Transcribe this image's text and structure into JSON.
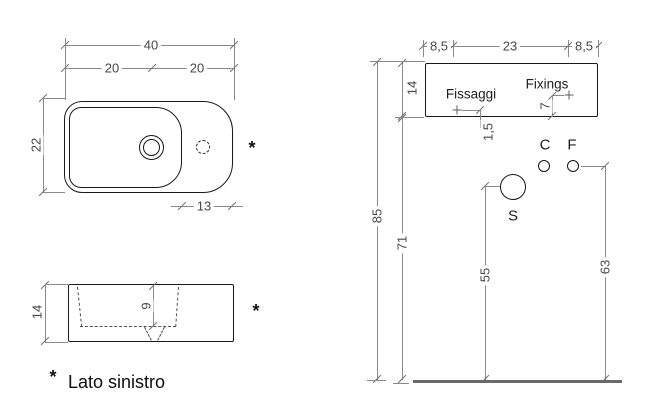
{
  "figure": {
    "top_view": {
      "dim_total_width": "40",
      "dim_half_left": "20",
      "dim_half_right": "20",
      "dim_depth": "22",
      "dim_tap_offset": "13",
      "marker": "*"
    },
    "side_view": {
      "dim_height": "14",
      "dim_basin_depth": "9",
      "marker": "*"
    },
    "front_view": {
      "dim_left_margin": "8,5",
      "dim_fixings_span": "23",
      "dim_right_margin": "8,5",
      "dim_body_height": "14",
      "dim_left_fixing_offset": "1,5",
      "dim_right_fixing_offset": "7",
      "label_fixings_it": "Fissaggi",
      "label_fixings_en": "Fixings",
      "label_cold_valve": "C",
      "label_hot_valve": "F",
      "label_drain": "S",
      "dim_floor_to_top": "85",
      "dim_floor_to_underside": "71",
      "dim_floor_to_drain": "55",
      "dim_floor_to_valves": "63"
    },
    "footnote": {
      "marker": "*",
      "text": "Lato sinistro"
    },
    "colors": {
      "dimension_line": "#8a8a8a",
      "drawing_line": "#1a1a1a",
      "dimension_text": "#474747",
      "floor_line": "#6a6a6a"
    }
  }
}
